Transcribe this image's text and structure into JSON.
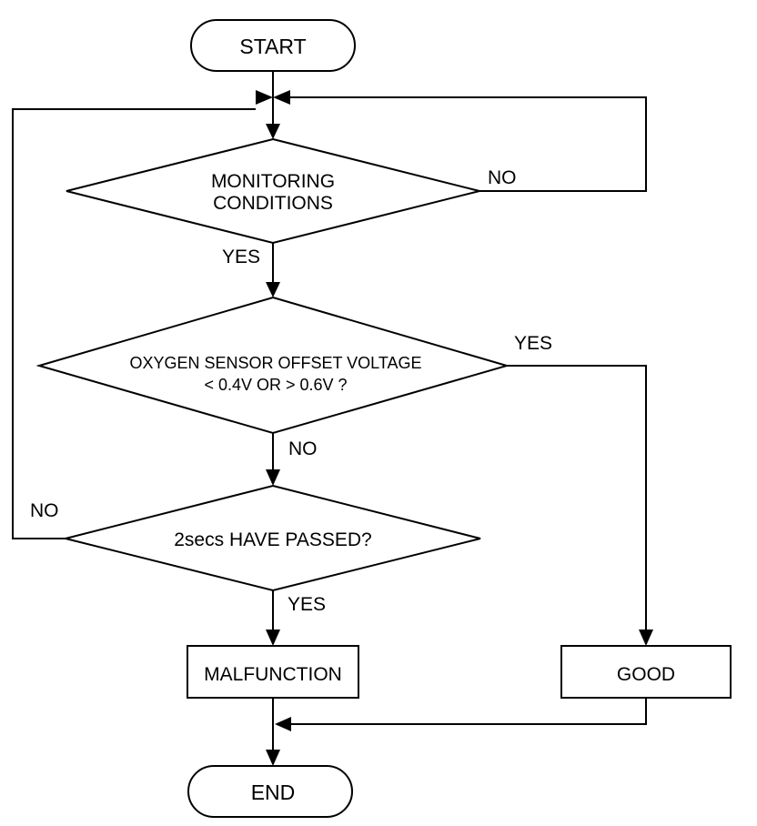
{
  "nodes": {
    "start": "START",
    "monitoring": [
      "MONITORING",
      "CONDITIONS"
    ],
    "offset_check": [
      "OXYGEN SENSOR OFFSET VOLTAGE",
      "< 0.4V OR > 0.6V ?"
    ],
    "time_check": "2secs HAVE PASSED?",
    "malfunction": "MALFUNCTION",
    "good": "GOOD",
    "end": "END"
  },
  "edges": {
    "monitoring_no": "NO",
    "monitoring_yes": "YES",
    "offset_yes": "YES",
    "offset_no": "NO",
    "time_no": "NO",
    "time_yes": "YES"
  }
}
